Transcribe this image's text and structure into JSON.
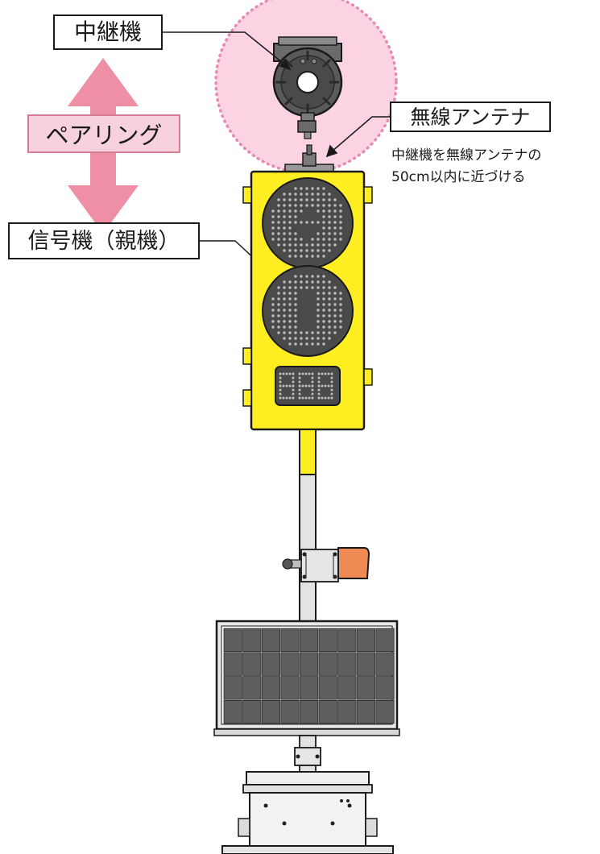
{
  "labels": {
    "relay": "中継機",
    "pairing": "ペアリング",
    "antenna": "無線アンテナ",
    "signal": "信号機（親機）",
    "note_line1": "中継機を無線アンテナの",
    "note_line2": "50cm以内に近づける"
  },
  "colors": {
    "pairing_arrow": "#ee8fa6",
    "pairing_box": "#f7d2dc",
    "range_circle": "#fbd3e3",
    "range_dots": "#e88ab0",
    "signal_housing": "#ffee22",
    "lamp": "#4a4a4a",
    "solar_cell": "#5e5e5e",
    "push_button_box": "#ef8a55",
    "pole": "#e3e3e3"
  }
}
